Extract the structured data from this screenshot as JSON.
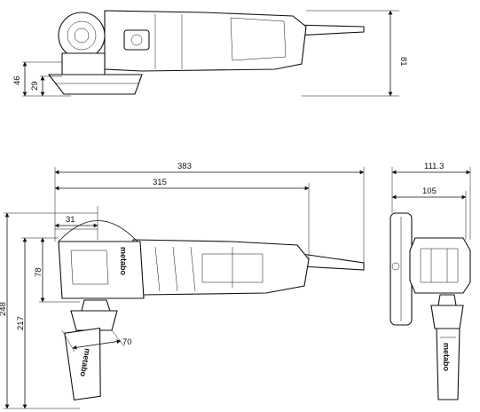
{
  "brand": {
    "logo_text": "metabo"
  },
  "dimensions": {
    "side_height_total": "81",
    "side_height_46": "46",
    "side_height_29": "29",
    "top_overall_length": "383",
    "top_body_length": "315",
    "top_31": "31",
    "top_78": "78",
    "top_248": "248",
    "top_217": "217",
    "top_handle_70": "70",
    "front_width_111": "111.3",
    "front_width_105": "105"
  }
}
